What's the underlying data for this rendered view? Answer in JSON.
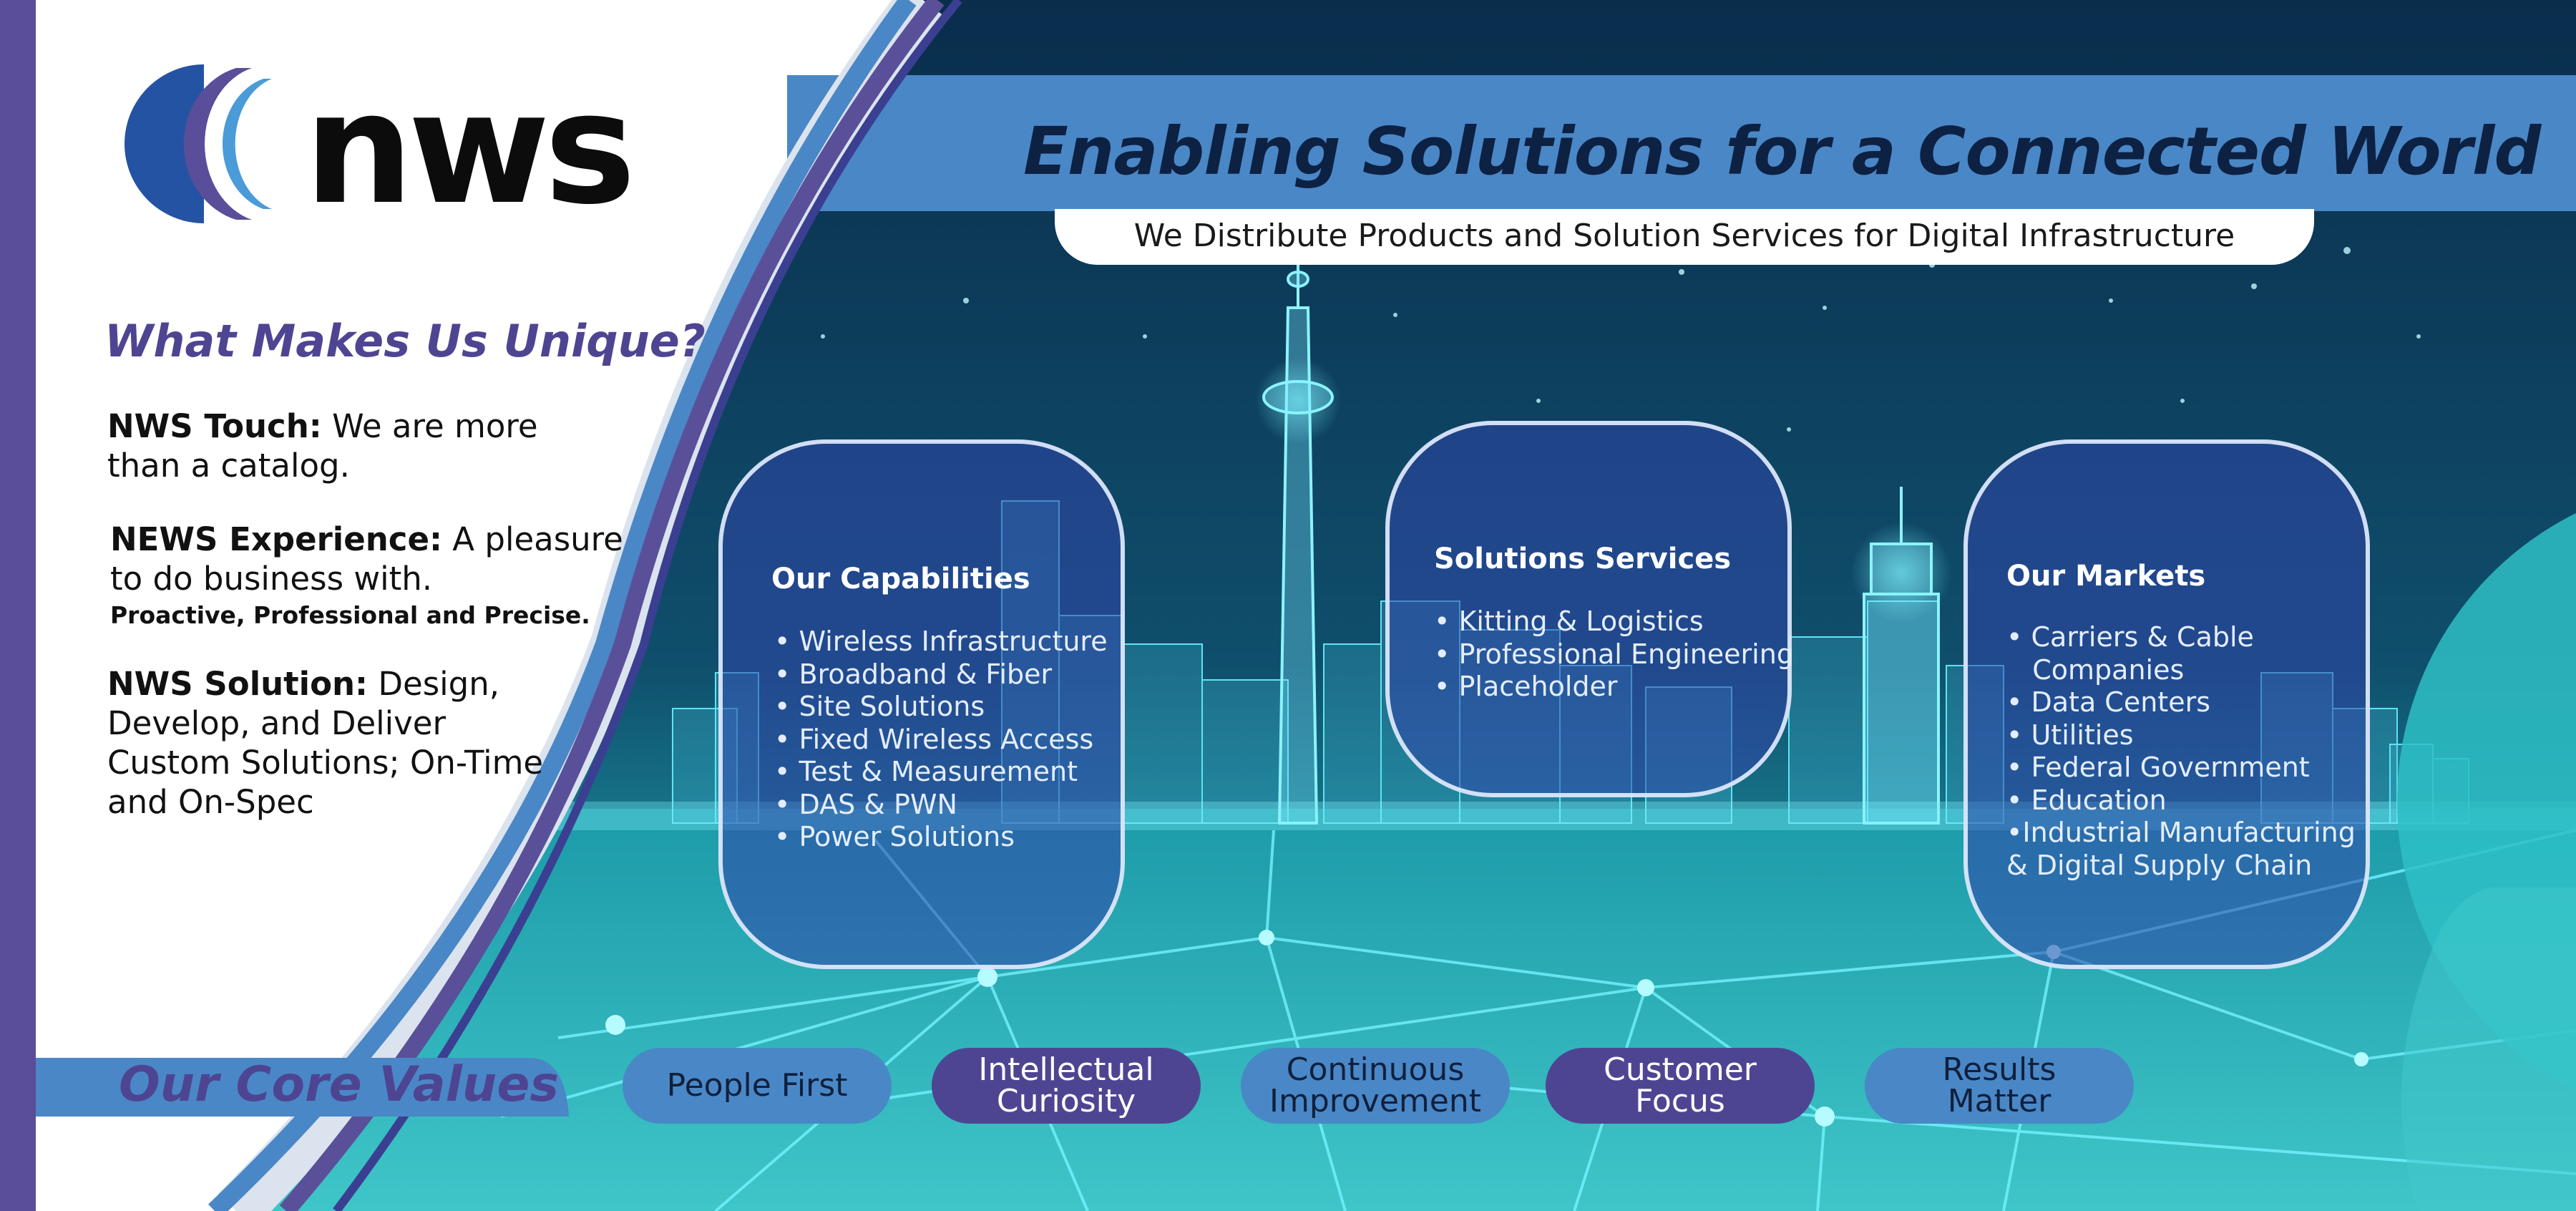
{
  "logo": {
    "text": "nws"
  },
  "headline": "Enabling Solutions for a Connected World",
  "subheadline": "We Distribute Products and Solution Services for Digital Infrastructure",
  "unique": {
    "heading": "What Makes Us Unique?",
    "touch_title": "NWS Touch:",
    "touch_line1": " We are more",
    "touch_line2": "than a catalog.",
    "experience_title": "NEWS Experience:",
    "experience_line1": " A pleasure",
    "experience_line2": "to do business with.",
    "experience_line3": "Proactive, Professional and Precise.",
    "solution_title": "NWS Solution:",
    "solution_line1": " Design,",
    "solution_line2": "Develop, and Deliver",
    "solution_line3": "Custom Solutions; On-Time",
    "solution_line4": "and On-Spec"
  },
  "cards": [
    {
      "title": "Our Capabilities",
      "items": [
        "• Wireless Infrastructure",
        "• Broadband & Fiber",
        "• Site Solutions",
        "• Fixed Wireless Access",
        "• Test & Measurement",
        "• DAS & PWN",
        "• Power Solutions"
      ]
    },
    {
      "title": "Solutions Services",
      "items": [
        "• Kitting & Logistics",
        "• Professional Engineering",
        "• Placeholder"
      ]
    },
    {
      "title": "Our Markets",
      "items": [
        "• Carriers & Cable",
        "   Companies",
        "• Data Centers",
        "• Utilities",
        "• Federal Government",
        "• Education",
        "•Industrial Manufacturing",
        "& Digital Supply Chain"
      ]
    }
  ],
  "core_values": {
    "heading": "Our Core Values",
    "items": [
      "People First",
      "Intellectual\nCuriosity",
      "Continuous\nImprovement",
      "Customer\nFocus",
      "Results\nMatter"
    ]
  },
  "colors": {
    "brand_purple": "#4e4592",
    "brand_blue": "#4a87c6",
    "navy": "#0d2143",
    "teal": "#2fc4cc"
  }
}
